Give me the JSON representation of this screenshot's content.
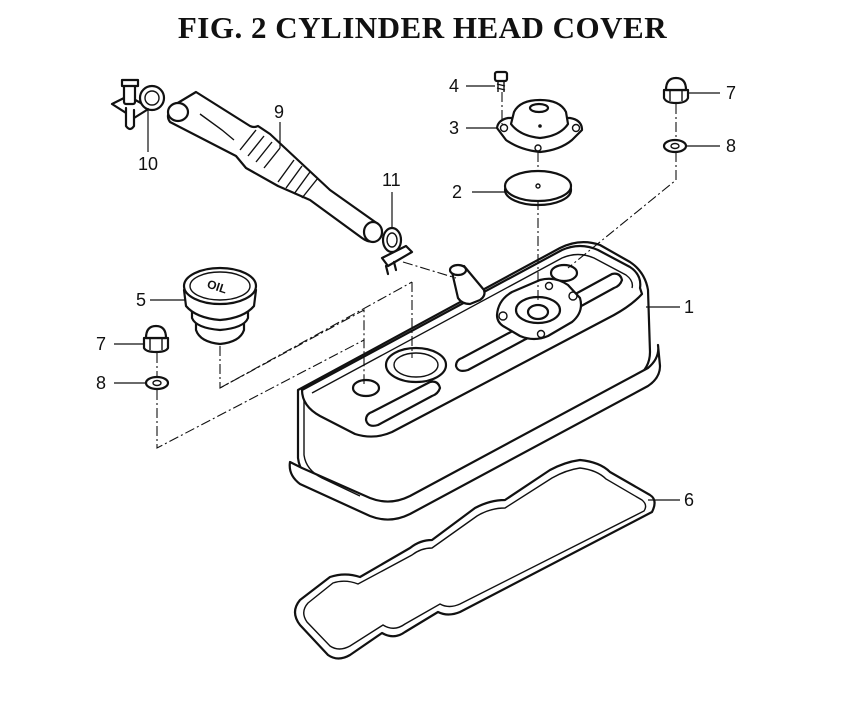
{
  "figure": {
    "title": "FIG.  2  CYLINDER HEAD COVER",
    "cap_marking": "OIL"
  },
  "callouts": [
    {
      "id": "1",
      "part": "cylinder-head-cover"
    },
    {
      "id": "2",
      "part": "gasket-disc"
    },
    {
      "id": "3",
      "part": "breather-plate"
    },
    {
      "id": "4",
      "part": "screw"
    },
    {
      "id": "5",
      "part": "oil-filler-cap"
    },
    {
      "id": "6",
      "part": "cover-gasket"
    },
    {
      "id": "7",
      "part": "cap-nut-right"
    },
    {
      "id": "7",
      "part": "cap-nut-left"
    },
    {
      "id": "8",
      "part": "washer-right"
    },
    {
      "id": "8",
      "part": "washer-left"
    },
    {
      "id": "9",
      "part": "breather-hose"
    },
    {
      "id": "10",
      "part": "hose-clamp-left"
    },
    {
      "id": "11",
      "part": "hose-clamp-right"
    }
  ]
}
